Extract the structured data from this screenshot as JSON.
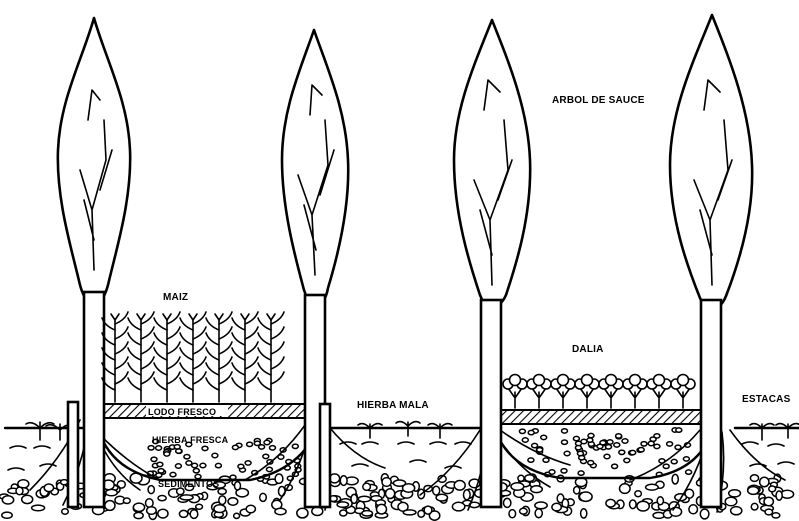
{
  "labels": {
    "maiz": "MAIZ",
    "arbol_de_sauce": "ARBOL DE SAUCE",
    "dalia": "DALIA",
    "hierba_mala": "HIERBA MALA",
    "estacas": "ESTACAS",
    "lodo_fresco": "LODO FRESCO",
    "hierba_fresca": "HIERBA FRESCA",
    "sedimentos": "SEDIMENTOS"
  },
  "colors": {
    "ink": "#000000",
    "paper": "#ffffff"
  }
}
